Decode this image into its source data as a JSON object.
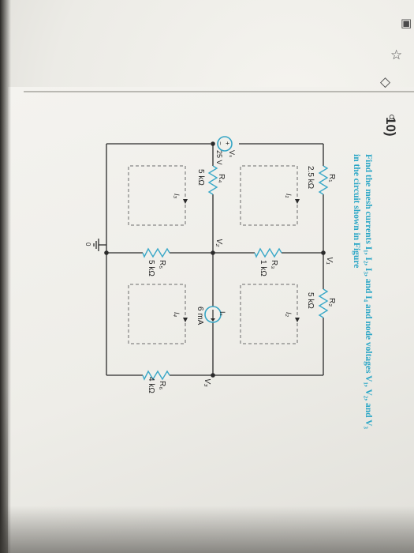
{
  "toolbar": {
    "tab_icon": "tab-icon",
    "star_icon": "star-icon",
    "bookmark_icon": "bookmark-icon",
    "search_icon": "search-icon",
    "tab_glyph": "▣",
    "star_glyph": "☆",
    "bookmark_glyph": "◇",
    "search_glyph": "⌕"
  },
  "problem": {
    "number": "10)",
    "text": "Find the mesh currents I₁, I₂, I₃, and I₄ and node voltages V₁, V₂, and V₃ in the circuit shown in Figure"
  },
  "circuit": {
    "resistors": [
      {
        "name": "R₁",
        "value": "2.5 kΩ"
      },
      {
        "name": "R₂",
        "value": "5 kΩ"
      },
      {
        "name": "R₃",
        "value": "1 kΩ"
      },
      {
        "name": "R₄",
        "value": "5 kΩ"
      },
      {
        "name": "R₅",
        "value": "5 kΩ"
      },
      {
        "name": "R₆",
        "value": "4 kΩ"
      }
    ],
    "voltage_source": {
      "name": "Vₛ",
      "value": "25 V"
    },
    "current_source": {
      "name": "Iₛ",
      "value": "6 mA"
    },
    "nodes": [
      "V₁",
      "V₂",
      "V₃"
    ],
    "ground_label": "0",
    "meshes": [
      "I₁",
      "I₂",
      "I₃",
      "I₄"
    ]
  },
  "colors": {
    "problem_text": "#2aa6c6",
    "source": "#35a5c5",
    "wire": "#2b2b2b"
  }
}
